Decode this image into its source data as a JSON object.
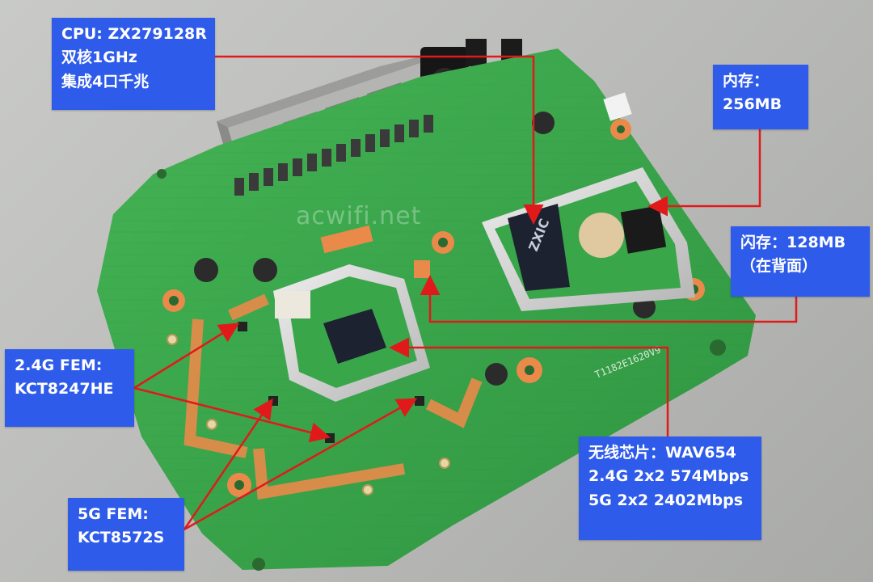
{
  "watermark": "acwifi.net",
  "labels": {
    "cpu": [
      "CPU: ZX279128R",
      "双核1GHz",
      "集成4口千兆"
    ],
    "ram": [
      "内存：",
      "256MB"
    ],
    "flash": [
      "闪存：128MB",
      "（在背面）"
    ],
    "fem24": [
      "2.4G FEM:",
      "KCT8247HE"
    ],
    "fem5": [
      "5G FEM:",
      "KCT8572S"
    ],
    "wifi": [
      "无线芯片：WAV654",
      "2.4G 2x2 574Mbps",
      "5G  2x2 2402Mbps"
    ]
  },
  "board_markings": {
    "soc_logo": "ZXIC",
    "part": "T1182E1620V9"
  },
  "colors": {
    "pcb": "#3aa64a",
    "label_bg": "#2f5bea",
    "arrow": "#e01a1a",
    "copper": "#e98a4a"
  }
}
